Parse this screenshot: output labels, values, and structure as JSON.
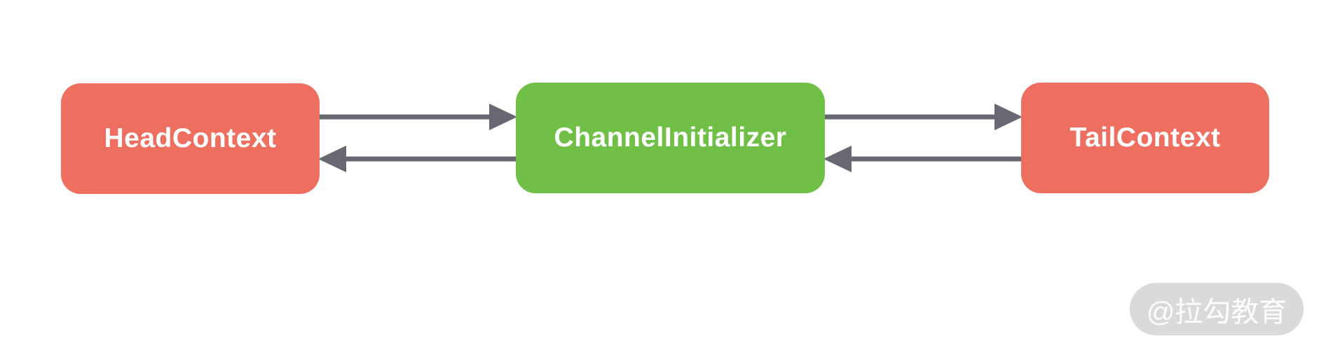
{
  "diagram": {
    "nodes": [
      {
        "id": "head-context",
        "label": "HeadContext",
        "color": "#EE6E5F"
      },
      {
        "id": "channel-initializer",
        "label": "ChannelInitializer",
        "color": "#70C047"
      },
      {
        "id": "tail-context",
        "label": "TailContext",
        "color": "#EE6E5F"
      }
    ],
    "edges": [
      {
        "from": "HeadContext",
        "to": "ChannelInitializer",
        "direction": "right"
      },
      {
        "from": "ChannelInitializer",
        "to": "HeadContext",
        "direction": "left"
      },
      {
        "from": "ChannelInitializer",
        "to": "TailContext",
        "direction": "right"
      },
      {
        "from": "TailContext",
        "to": "ChannelInitializer",
        "direction": "left"
      }
    ]
  },
  "watermark": {
    "label": "@拉勾教育",
    "bg_color": "#DADADA",
    "text_color": "#FFFFFF"
  },
  "colors": {
    "background": "#FFFFFF",
    "node_red": "#EE6E5F",
    "node_green": "#70C047",
    "arrow": "#686872",
    "node_text": "#FFFFFF"
  }
}
